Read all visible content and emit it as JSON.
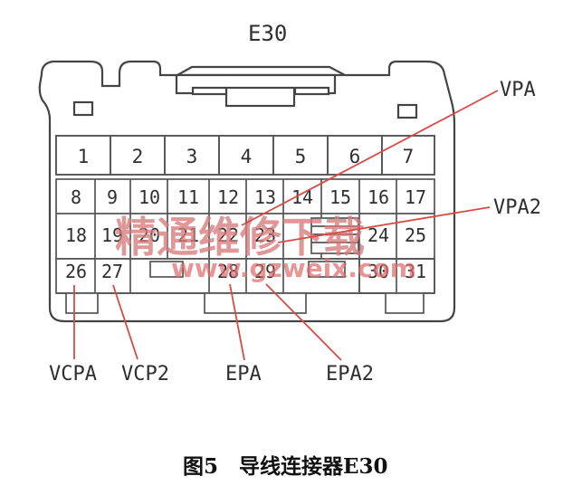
{
  "diagram": {
    "title": "E30",
    "caption": "图5　导线连接器E30",
    "watermark": {
      "cn": "精通维修下载",
      "url": "www.gzweix.com"
    },
    "pins": {
      "p1": "1",
      "p2": "2",
      "p3": "3",
      "p4": "4",
      "p5": "5",
      "p6": "6",
      "p7": "7",
      "p8": "8",
      "p9": "9",
      "p10": "10",
      "p11": "11",
      "p12": "12",
      "p13": "13",
      "p14": "14",
      "p15": "15",
      "p16": "16",
      "p17": "17",
      "p18": "18",
      "p19": "19",
      "p20": "20",
      "p21": "21",
      "p22": "22",
      "p23": "23",
      "p24": "24",
      "p25": "25",
      "p26": "26",
      "p27": "27",
      "p28": "28",
      "p29": "29",
      "p30": "30",
      "p31": "31"
    },
    "callouts": {
      "vpa": "VPA",
      "vpa2": "VPA2",
      "vcpa": "VCPA",
      "vcp2": "VCP2",
      "epa": "EPA",
      "epa2": "EPA2"
    },
    "colors": {
      "line": "#3a3a3a",
      "connector_fill": "#ffffff",
      "callout_red": "#d94a44"
    }
  }
}
